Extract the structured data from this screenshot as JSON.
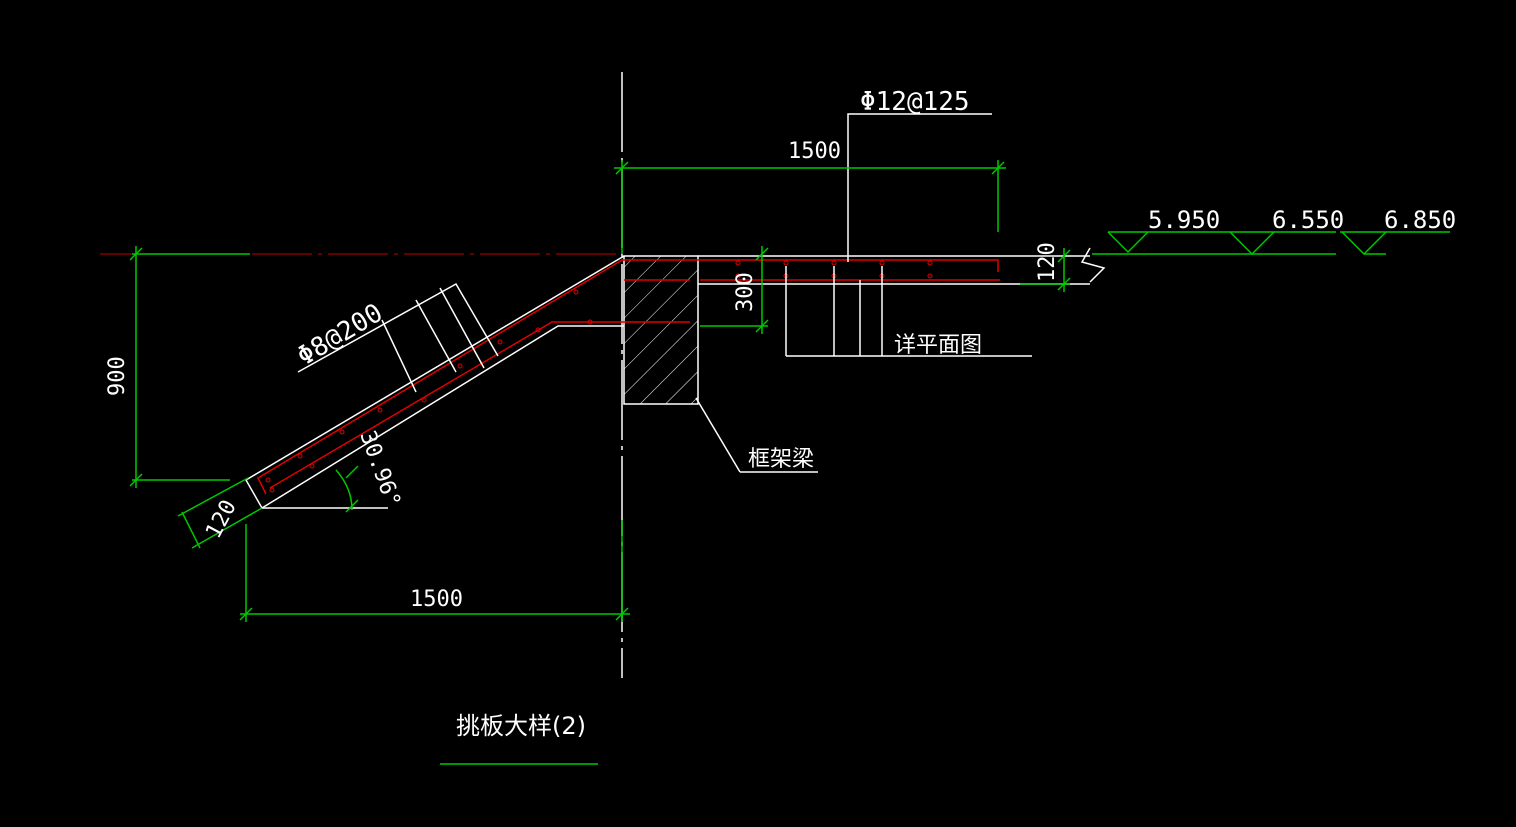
{
  "drawing": {
    "title": "挑板大样(2)",
    "rebar_top": "Φ12@125",
    "rebar_slope": "Φ8@200",
    "dim_top_width": "1500",
    "dim_bottom_width": "1500",
    "dim_height": "900",
    "dim_slope_thickness": "120",
    "dim_slab_thickness": "120",
    "dim_beam_depth": "300",
    "angle": "30.96°",
    "elevations": [
      "5.950",
      "6.550",
      "6.850"
    ],
    "label_frame_beam": "框架梁",
    "label_see_plan": "详平面图"
  },
  "colors": {
    "background": "#000000",
    "dimension": "#00c800",
    "outline": "#ffffff",
    "rebar": "#e00000"
  }
}
